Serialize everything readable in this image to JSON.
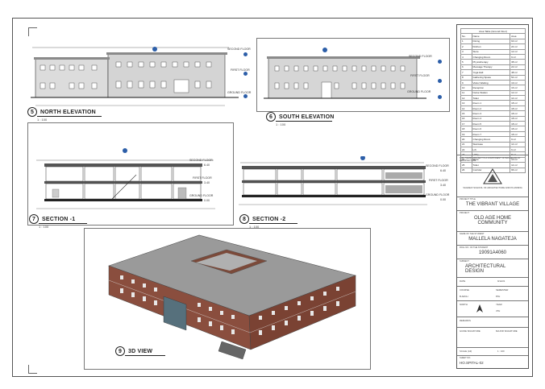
{
  "views": {
    "north": {
      "num": "5",
      "title": "NORTH ELEVATION",
      "scale": "1 : 100"
    },
    "south": {
      "num": "6",
      "title": "SOUTH ELEVATION",
      "scale": "1 : 100"
    },
    "sec1": {
      "num": "7",
      "title": "SECTION -1",
      "scale": "1 : 100"
    },
    "sec2": {
      "num": "8",
      "title": "SECTION -2",
      "scale": "1 : 100"
    },
    "view3d": {
      "num": "9",
      "title": "3D VIEW"
    }
  },
  "levels": {
    "second": "SECOND FLOOR",
    "first": "FIRST FLOOR",
    "ground": "GROUND FLOOR",
    "second_val": "6.40",
    "first_val": "3.40",
    "ground_val": "0.00"
  },
  "schedule": {
    "header": "Area Table (Ground Floor)",
    "cols": [
      "No.",
      "Name",
      "Area"
    ],
    "rows": [
      [
        "1",
        "Dining",
        "63 m²"
      ],
      [
        "2",
        "Kitchen",
        "24 m²"
      ],
      [
        "3",
        "Store",
        "12 m²"
      ],
      [
        "4",
        "Changing Room",
        "9 m²"
      ],
      [
        "5",
        "Physiotherapy",
        "38 m²"
      ],
      [
        "6",
        "Message Therapy",
        "22 m²"
      ],
      [
        "7",
        "Yoga Hall",
        "48 m²"
      ],
      [
        "8",
        "Gathering Space",
        "54 m²"
      ],
      [
        "9",
        "Visitor Waiting",
        "19 m²"
      ],
      [
        "10",
        "Reception",
        "16 m²"
      ],
      [
        "11",
        "Nurse Station",
        "12 m²"
      ],
      [
        "12",
        "Toilet",
        "14 m²"
      ],
      [
        "13",
        "Room 1",
        "18 m²"
      ],
      [
        "14",
        "Room 2",
        "18 m²"
      ],
      [
        "15",
        "Room 3",
        "18 m²"
      ],
      [
        "16",
        "Room 4",
        "18 m²"
      ],
      [
        "17",
        "Room 5",
        "18 m²"
      ],
      [
        "18",
        "Room 6",
        "18 m²"
      ],
      [
        "19",
        "Room 7",
        "18 m²"
      ],
      [
        "20",
        "Changing Room",
        "9 m²"
      ],
      [
        "21",
        "Staircase",
        "14 m²"
      ],
      [
        "22",
        "Lift",
        "6 m²"
      ],
      [
        "23",
        "Utility",
        "8 m²"
      ],
      [
        "24",
        "Store",
        "10 m²"
      ],
      [
        "25",
        "Toilet",
        "14 m²"
      ],
      [
        "26",
        "Corridor",
        "96 m²"
      ]
    ]
  },
  "titleblock": {
    "note": "THIS THESIS PROJECT IS A COMPONENT OF BACHELOR OF ARCHITECTURE",
    "institute": "VAGDEVI SCHOOL OF ARCHITECTURE AND PLANNING",
    "project_label": "PROJECT TITLE",
    "project_name": "THE VIBRANT VILLAGE",
    "topic_label": "PROJECT",
    "topic": "OLD AGE HOME COMMUNITY",
    "student_label": "NAME OF THE STUDENT",
    "student": "MALLELA NAGATEJA",
    "roll_label": "ROLL NO. OF THE STUDENT",
    "roll": "19091A4060",
    "subject_label": "SUBJECT",
    "subject": "ARCHITECTURAL DESIGN",
    "date_label": "DATE",
    "date": "9/12/21",
    "course_label": "COURSE",
    "course": "SEMESTER",
    "course2": "B.ARCH",
    "sem": "8TH",
    "north_label": "NORTH",
    "year_label": "YEAR",
    "year": "4TH",
    "remarks_label": "REMARKS",
    "guide_label": "GUIDE SIGNATURE",
    "hod_label": "MAJOR SIGNATURE",
    "scale_label": "SCALE (A3)",
    "scale": "1 : 100",
    "sheet_label": "SHEET NO.",
    "sheet": "HO.SPITAL-02"
  }
}
